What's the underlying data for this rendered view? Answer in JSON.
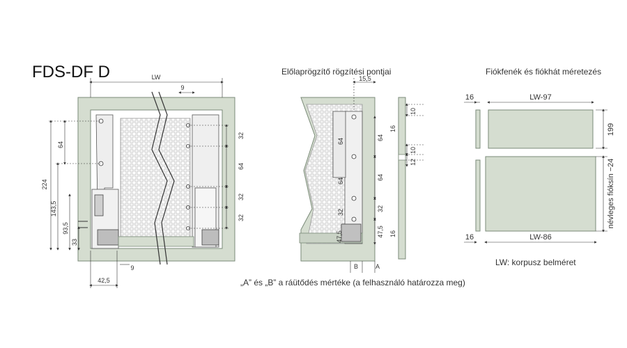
{
  "title": "FDS-DF D",
  "headers": {
    "mounting": "Előlaprögzítő rögzítési pontjai",
    "sizing": "Fiókfenék és fiókhát méretezés"
  },
  "footnotes": {
    "pullout": "„A” és „B” a ráütődés mértéke (a felhasználó határozza meg)",
    "lw": "LW: korpusz belméret"
  },
  "left_dims": {
    "lw": "LW",
    "nine_top": "9",
    "sixtyfour": "64",
    "two24": "224",
    "one43": "143,5",
    "ninety3": "93,5",
    "thirty3": "33",
    "d32a": "32",
    "d64": "64",
    "d32b": "32",
    "d32c": "32",
    "nine_bottom": "9",
    "fortytwo": "42,5"
  },
  "mid_dims": {
    "fifteen": "15,5",
    "d64a": "64",
    "d64b": "64",
    "d64c": "64",
    "d64d": "64",
    "d32a": "32",
    "d32b": "32",
    "d47a": "47,5",
    "d47b": "47,5",
    "b": "B",
    "a": "A",
    "ten_a": "10",
    "ten_b": "10",
    "twelve": "12",
    "sixteen_a": "16",
    "sixteen_b": "16"
  },
  "right_dims": {
    "sixteen_top": "16",
    "lw97": "LW-97",
    "one99": "199",
    "sixteen_bottom": "16",
    "lw86": "LW-86",
    "nominal": "névleges fióksín −24"
  },
  "colors": {
    "panel_fill": "#d5ddd0",
    "panel_stroke": "#7a8a78",
    "line": "#333333"
  }
}
